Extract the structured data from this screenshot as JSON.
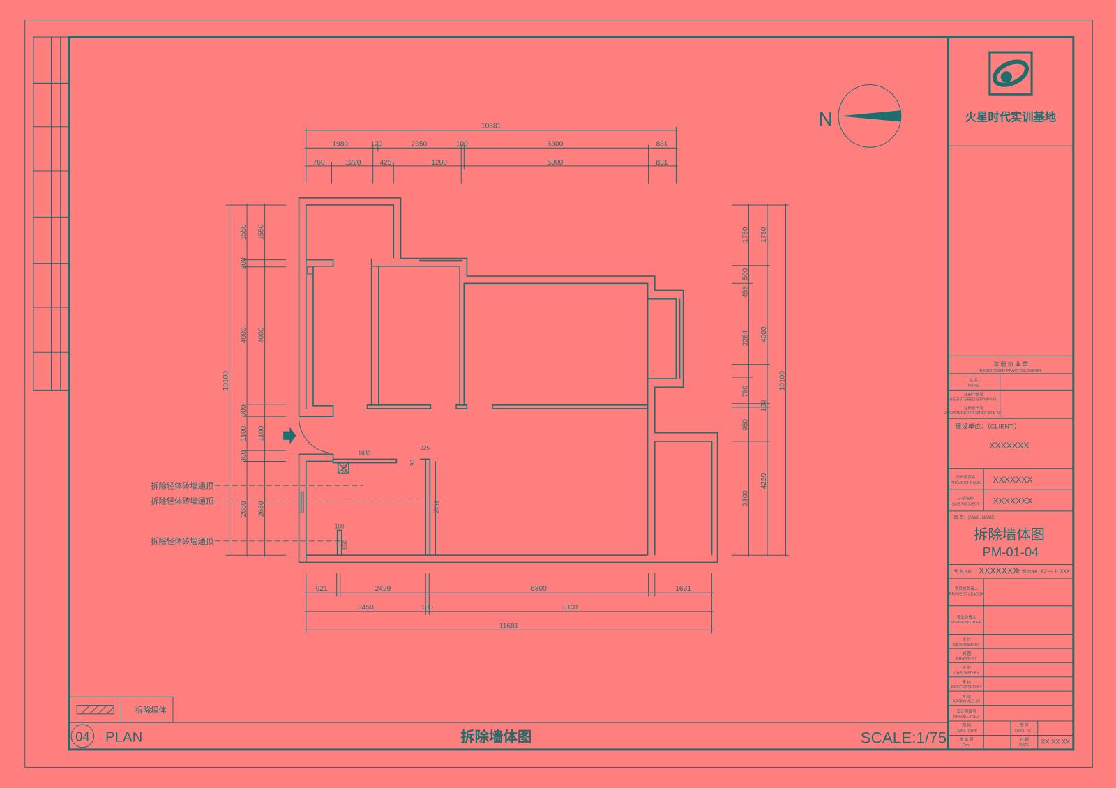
{
  "colors": {
    "background": "#ff7f7f",
    "line": "#1f6e6e"
  },
  "sheet": {
    "north": "N",
    "plan_no": "04",
    "plan_label": "PLAN",
    "drawing_title": "拆除墙体图",
    "scale": "SCALE:1/75",
    "legend_label": "拆除墙体"
  },
  "title_block": {
    "logo_text": "火星时代实训基地",
    "signet_title": "注 册 执 业 章",
    "signet_title_en": "REGISTERED PRACTICE SIGNET",
    "name_label": "姓  名",
    "name_label_en": "NAME",
    "stamp_label": "注册印章号",
    "stamp_label_en": "REGISTERED STAMP NO.",
    "cert_label": "注册证书号",
    "cert_label_en": "REGISTERED CERTIFICATE NO.",
    "client_label": "建设单位：（CLIENT:）",
    "client_value": "XXXXXXX",
    "project_label": "设计项目名",
    "project_label_en": "PROJECT NAME",
    "project_value": "XXXXXXX",
    "sub_label": "子项名称",
    "sub_label_en": "SUB PROJECT",
    "sub_value": "XXXXXXX",
    "dwg_name_label": "图 名：(DWG. NAME)",
    "dwg_name": "拆除墙体图",
    "dwg_no": "PM-01-04",
    "discipline_label": "专 业 title",
    "discipline_value": "XXXXXXX",
    "scale_label": "比 例 scale",
    "scale_value": "A3 — 1: XXX",
    "roles": [
      {
        "cn": "项目总负责人",
        "en": "PROJECT LEADER"
      },
      {
        "cn": "专业负责人",
        "en": "DIVISION CHIEF"
      },
      {
        "cn": "设  计",
        "en": "DESIGNED BY"
      },
      {
        "cn": "制  图",
        "en": "DRAWN BY"
      },
      {
        "cn": "校  对",
        "en": "CHECKED BY"
      },
      {
        "cn": "审  核",
        "en": "PROCESSED BY"
      },
      {
        "cn": "审  定",
        "en": "APPROVED BY"
      },
      {
        "cn": "设计项目号",
        "en": "PROJECT NO."
      },
      {
        "cn": "图  别",
        "en": "DWG. TYPE"
      },
      {
        "cn": "版 本 号",
        "en": "Rev."
      }
    ],
    "dwg_no_label": "图  号",
    "dwg_no_label_en": "DWG. NO.",
    "date_label": "日  期",
    "date_label_en": "DATE",
    "date_value": "XX XX XX"
  },
  "plan": {
    "overall_top": "10681",
    "dims_top_row1": [
      "1980",
      "120",
      "2350",
      "100",
      "5300",
      "831"
    ],
    "dims_top_row2": [
      "760",
      "1220",
      "425",
      "1200",
      "5300",
      "831"
    ],
    "dims_left_1": [
      "1550",
      "200",
      "4000",
      "300",
      "1100",
      "300",
      "2650"
    ],
    "dims_left_2": [
      "1550",
      "4000",
      "1100",
      "2650"
    ],
    "overall_left": "10100",
    "dims_right_1": [
      "1750",
      "500",
      "456",
      "2284",
      "760",
      "950",
      "3300"
    ],
    "dims_right_2": [
      "1750",
      "4000",
      "100",
      "4250"
    ],
    "overall_right": "10100",
    "dims_bottom_1": [
      "921",
      "2429",
      "6300",
      "1631"
    ],
    "dims_bottom_2": [
      "3450",
      "100",
      "8131"
    ],
    "overall_bottom": "11681",
    "interior": [
      "1830",
      "225",
      "90",
      "300",
      "2745",
      "100",
      "550"
    ],
    "annotations": [
      "拆除轻体砖墙通顶",
      "拆除轻体砖墙通顶",
      "拆除轻体砖墙通顶"
    ]
  }
}
